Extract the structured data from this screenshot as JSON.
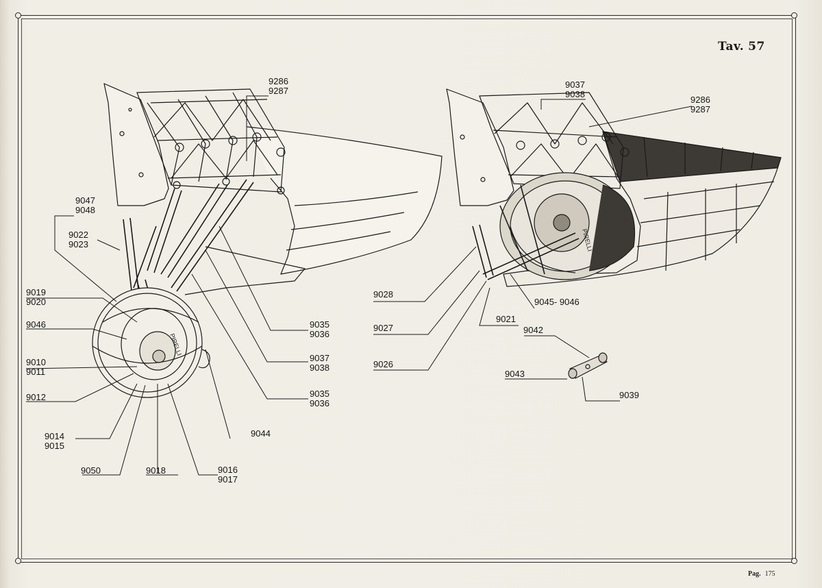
{
  "plate": {
    "title": "Tav.",
    "number": "57"
  },
  "page": {
    "label": "Pag.",
    "number": "175"
  },
  "left_view": {
    "callouts": [
      {
        "id": "9286",
        "lines": [
          "9286",
          "9287"
        ]
      },
      {
        "id": "9047",
        "lines": [
          "9047",
          "9048"
        ]
      },
      {
        "id": "9022",
        "lines": [
          "9022",
          "9023"
        ]
      },
      {
        "id": "9019",
        "lines": [
          "9019",
          "9020"
        ]
      },
      {
        "id": "9046",
        "lines": [
          "9046"
        ]
      },
      {
        "id": "9010",
        "lines": [
          "9010",
          "9011"
        ]
      },
      {
        "id": "9012",
        "lines": [
          "9012"
        ]
      },
      {
        "id": "9014",
        "lines": [
          "9014",
          "9015"
        ]
      },
      {
        "id": "9050",
        "lines": [
          "9050"
        ]
      },
      {
        "id": "9018",
        "lines": [
          "9018"
        ]
      },
      {
        "id": "9016",
        "lines": [
          "9016",
          "9017"
        ]
      },
      {
        "id": "9044",
        "lines": [
          "9044"
        ]
      },
      {
        "id": "9035a",
        "lines": [
          "9035",
          "9036"
        ]
      },
      {
        "id": "9037",
        "lines": [
          "9037",
          "9038"
        ]
      },
      {
        "id": "9035b",
        "lines": [
          "9035",
          "9036"
        ]
      }
    ]
  },
  "right_view": {
    "callouts": [
      {
        "id": "9037",
        "lines": [
          "9037",
          "9038"
        ]
      },
      {
        "id": "9286",
        "lines": [
          "9286",
          "9287"
        ]
      },
      {
        "id": "9028",
        "lines": [
          "9028"
        ]
      },
      {
        "id": "9027",
        "lines": [
          "9027"
        ]
      },
      {
        "id": "9026",
        "lines": [
          "9026"
        ]
      },
      {
        "id": "9021",
        "lines": [
          "9021"
        ]
      },
      {
        "id": "9045",
        "lines": [
          "9045- 9046"
        ]
      }
    ]
  },
  "detail_part": {
    "callouts": [
      {
        "id": "9042",
        "lines": [
          "9042"
        ]
      },
      {
        "id": "9043",
        "lines": [
          "9043"
        ]
      },
      {
        "id": "9039",
        "lines": [
          "9039"
        ]
      }
    ]
  },
  "tire_text": {
    "brand": "PIRELLI"
  },
  "colors": {
    "ink": "#1a1a1a",
    "paper": "#f0ede5"
  }
}
